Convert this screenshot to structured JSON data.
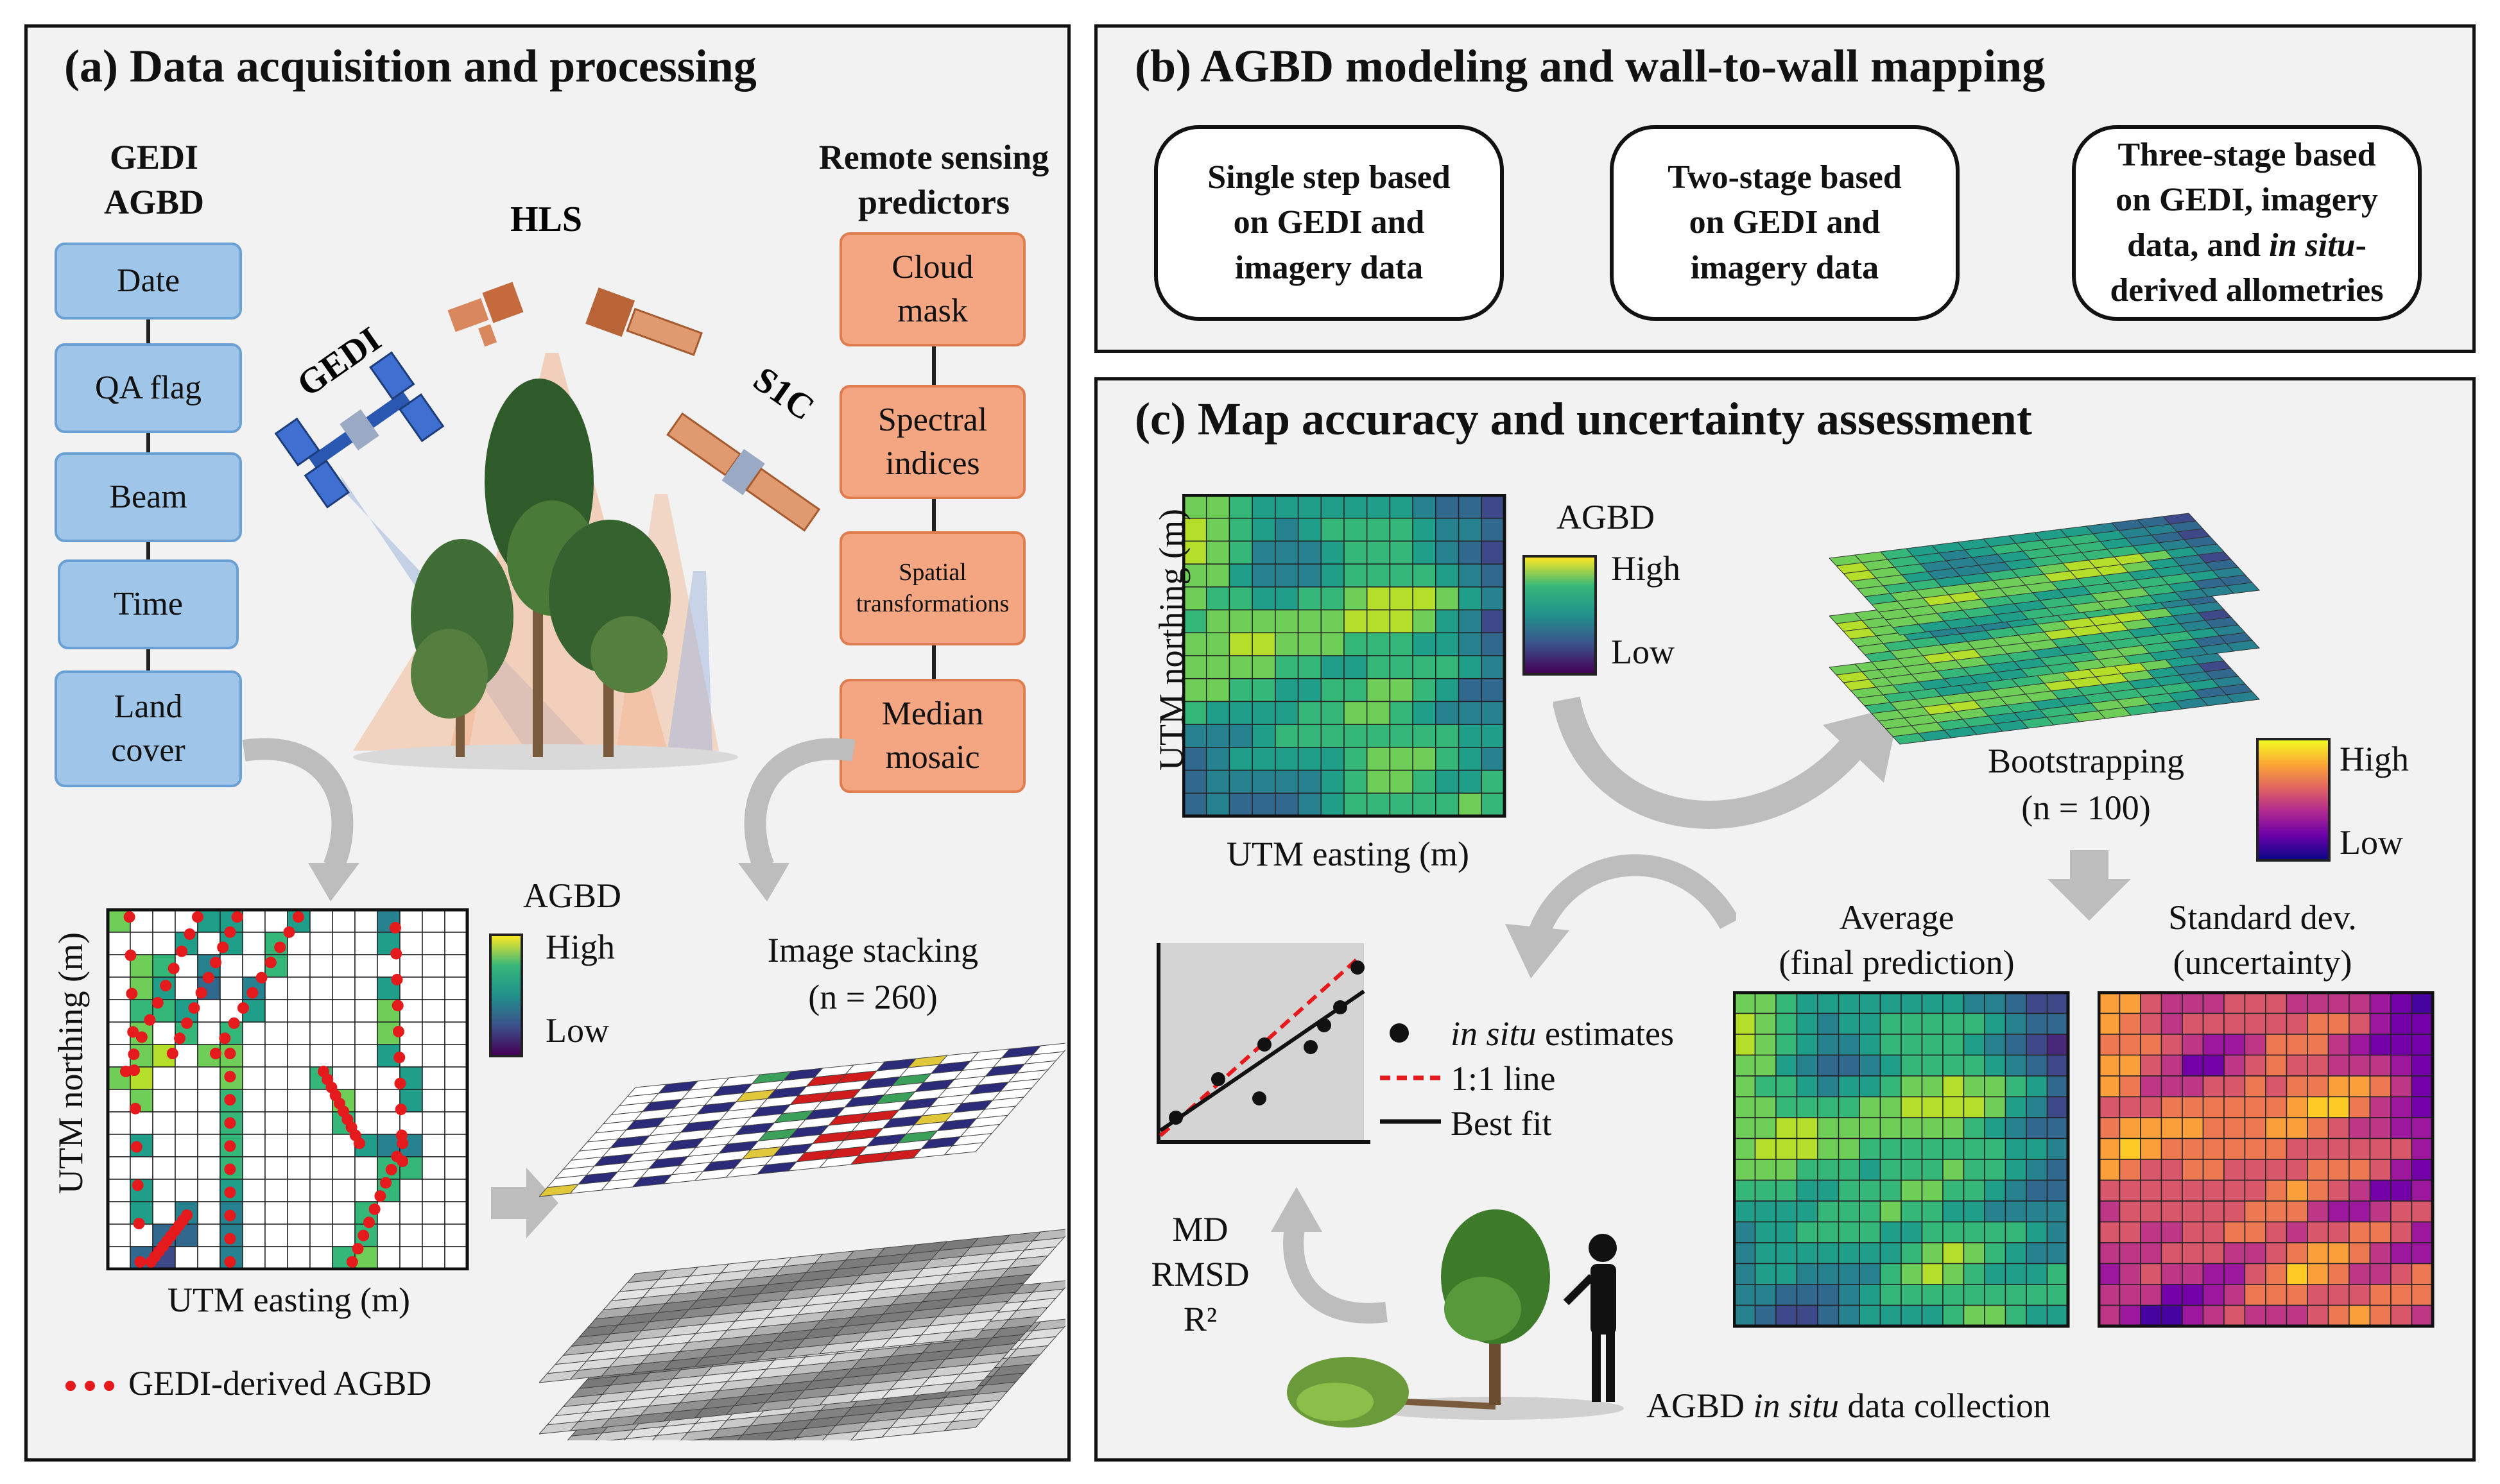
{
  "panel_a": {
    "title": "(a) Data acquisition and processing",
    "gedi_header": "GEDI\nAGBD",
    "gedi_steps": [
      "Date",
      "QA flag",
      "Beam",
      "Time",
      "Land\ncover"
    ],
    "hls_label": "HLS",
    "gedi_label": "GEDI",
    "s1c_label": "S1C",
    "rs_header": "Remote sensing\npredictors",
    "rs_steps": [
      "Cloud\nmask",
      "Spectral\nindices",
      "Spatial\ntransformations",
      "Median\nmosaic"
    ],
    "legend_title": "AGBD",
    "legend_high": "High",
    "legend_low": "Low",
    "xlabel": "UTM easting (m)",
    "ylabel": "UTM northing (m)",
    "stack_label": "Image stacking\n(n = 260)",
    "dots_legend": "GEDI-derived AGBD"
  },
  "panel_b": {
    "title": "(b) AGBD modeling and wall-to-wall mapping",
    "box1": "Single step based\non GEDI and\nimagery data",
    "box2": "Two-stage based\non GEDI and\nimagery data",
    "box3_a": "Three-stage based\non GEDI, imagery\ndata, and ",
    "box3_in_situ": "in situ",
    "box3_b": "-\nderived allometries"
  },
  "panel_c": {
    "title": "(c) Map accuracy and uncertainty assessment",
    "legend_title": "AGBD",
    "legend_high": "High",
    "legend_low": "Low",
    "xlabel": "UTM easting (m)",
    "ylabel": "UTM northing (m)",
    "bootstrap_label": "Bootstrapping\n(n = 100)",
    "legend2_high": "High",
    "legend2_low": "Low",
    "average_label": "Average\n(final prediction)",
    "sd_label": "Standard dev.\n(uncertainty)",
    "scatter_legend_insitu_italic": "in situ",
    "scatter_legend_insitu_rest": " estimates",
    "scatter_legend_line": "1:1 line",
    "scatter_legend_fit": "Best fit",
    "metrics": [
      "MD",
      "RMSD",
      "R²"
    ],
    "collection_label_a": "AGBD ",
    "collection_label_italic": "in situ",
    "collection_label_b": " data collection"
  },
  "colors": {
    "blue_box": "#9fc6e9",
    "orange_box": "#f4a582",
    "gedi_dot": "#e41a1c",
    "one_to_one": "#e41a1c"
  }
}
